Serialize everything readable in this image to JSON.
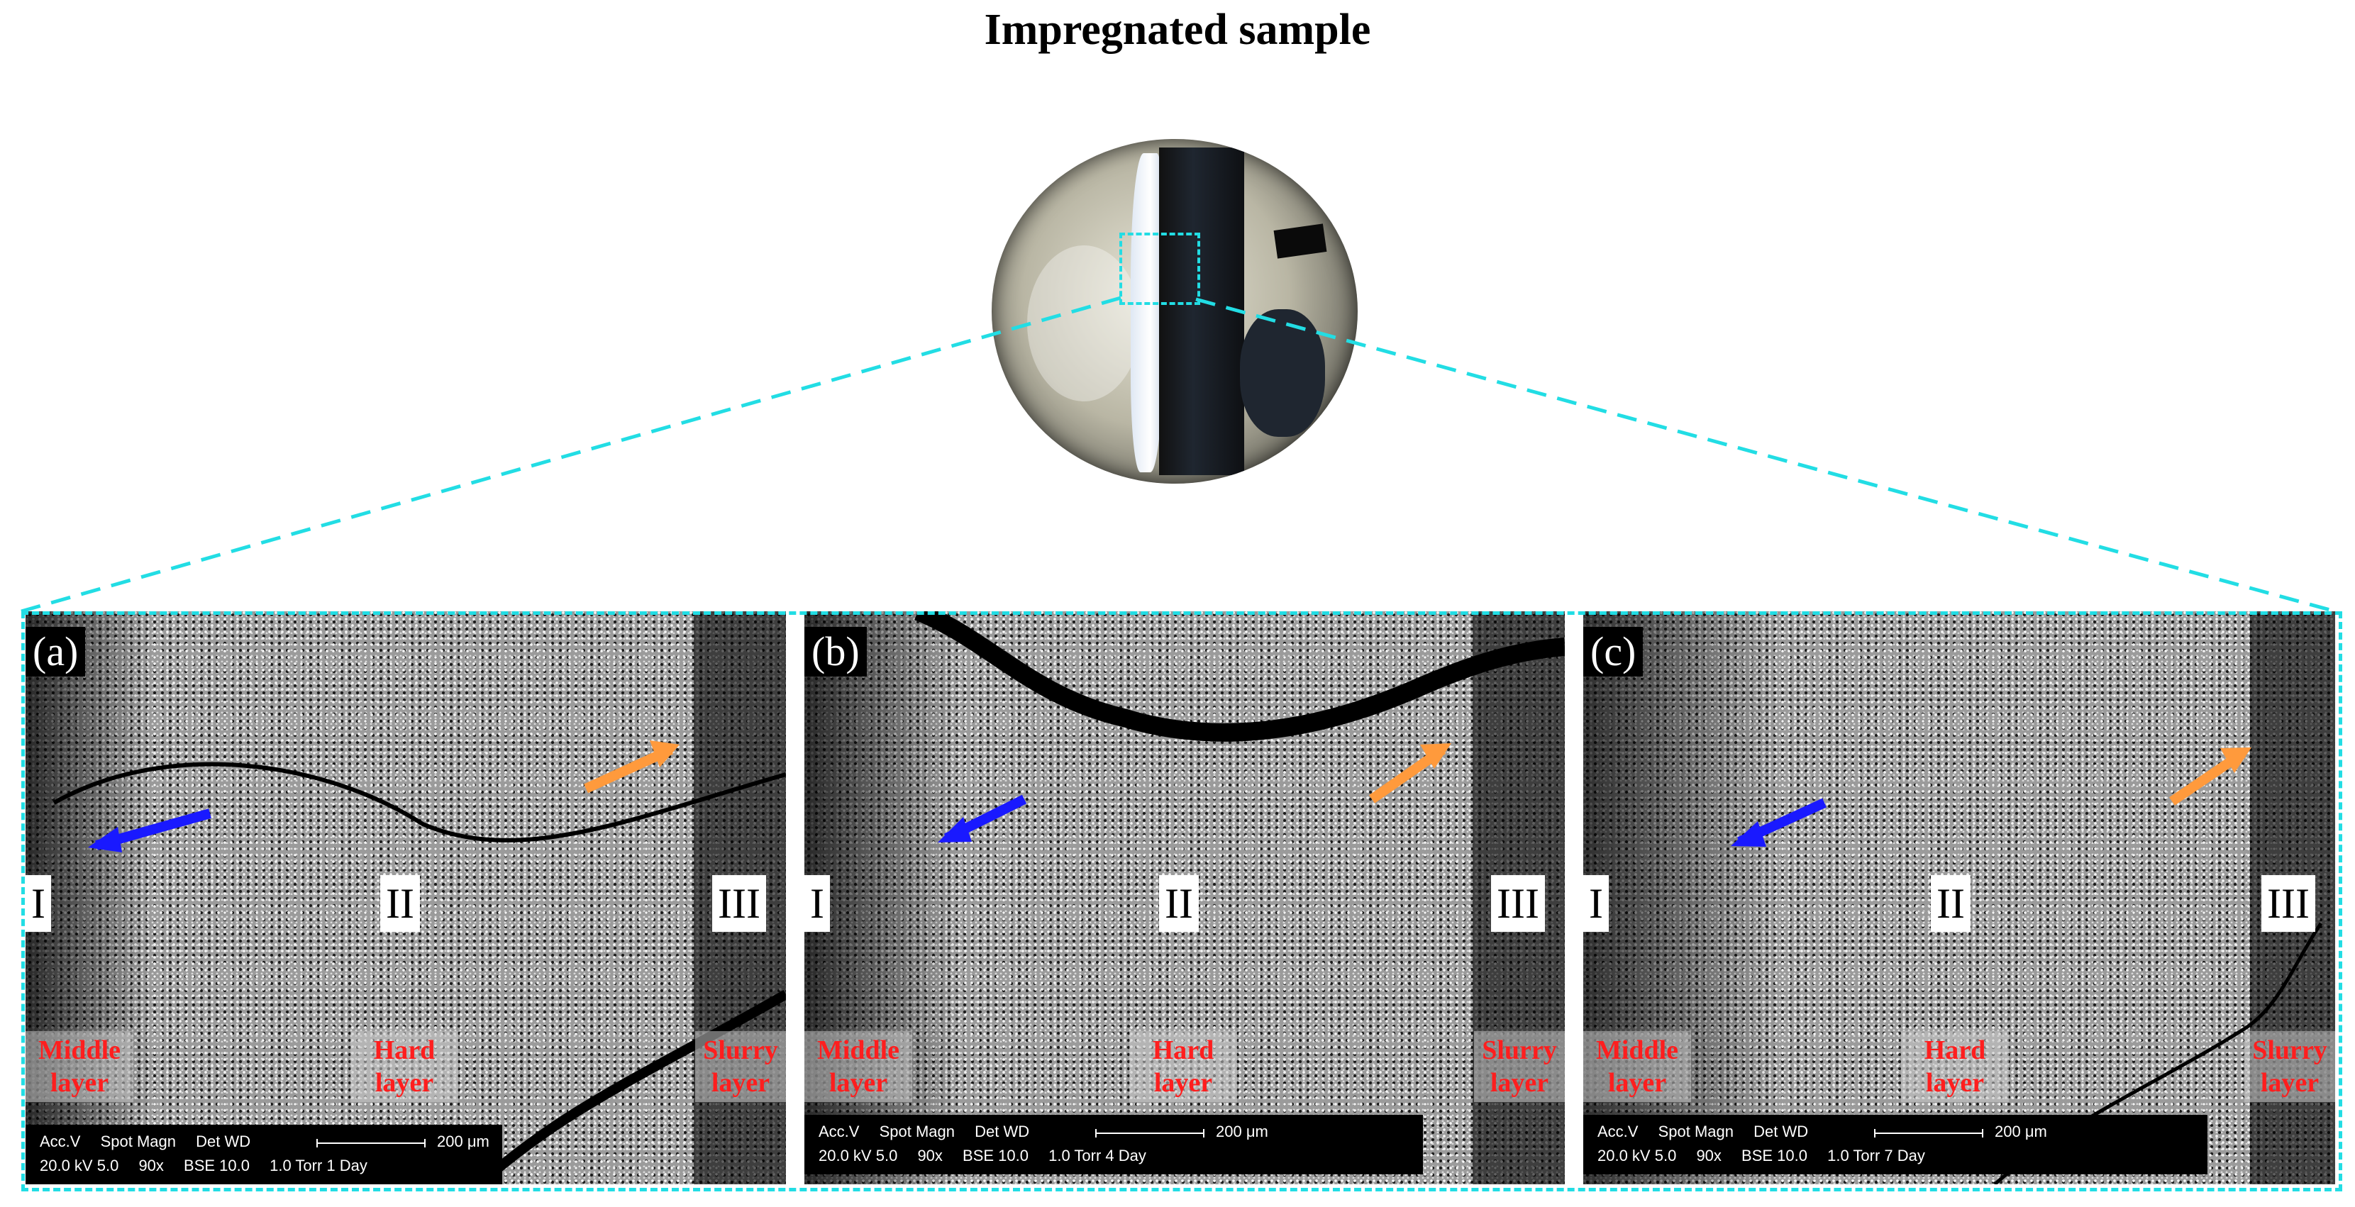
{
  "figure": {
    "title": "Impregnated sample",
    "colors": {
      "roi": "#22dde4",
      "layer_label": "#ff1e1e",
      "arrow_blue": "#1919ff",
      "arrow_orange": "#ff9a3c"
    },
    "layer_labels": {
      "middle": "Middle layer",
      "hard": "Hard layer",
      "slurry": "Slurry layer"
    },
    "zones": {
      "left": "I",
      "center": "II",
      "right": "III"
    },
    "panels": [
      {
        "label": "(a)",
        "databar": {
          "col1": "Acc.V",
          "col2": "Spot Magn",
          "col3": "Det WD",
          "scale": "200 μm",
          "acc": "20.0 kV 5.0",
          "magn": "90x",
          "det": "BSE 10.0",
          "info": "1.0 Torr 1 Day"
        }
      },
      {
        "label": "(b)",
        "databar": {
          "col1": "Acc.V",
          "col2": "Spot Magn",
          "col3": "Det WD",
          "scale": "200 μm",
          "acc": "20.0 kV 5.0",
          "magn": "90x",
          "det": "BSE 10.0",
          "info": "1.0 Torr 4 Day"
        }
      },
      {
        "label": "(c)",
        "databar": {
          "col1": "Acc.V",
          "col2": "Spot Magn",
          "col3": "Det WD",
          "scale": "200 μm",
          "acc": "20.0 kV 5.0",
          "magn": "90x",
          "det": "BSE 10.0",
          "info": "1.0 Torr 7 Day"
        }
      }
    ]
  }
}
